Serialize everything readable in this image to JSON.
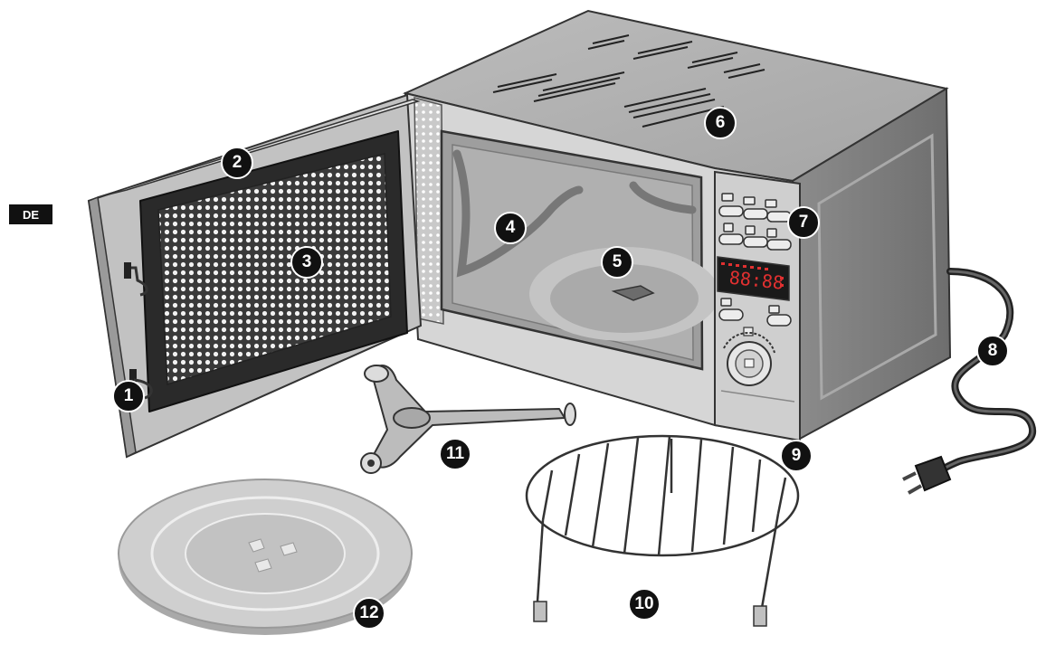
{
  "language_badge": "DE",
  "callouts": [
    "1",
    "2",
    "3",
    "4",
    "5",
    "6",
    "7",
    "8",
    "9",
    "10",
    "11",
    "12"
  ],
  "display": {
    "digits": "88:88"
  },
  "colors": {
    "ink": "#111111",
    "metal": "#c4c4c4",
    "metal_dark": "#8a8a8a",
    "cavity": "#a0a0a0",
    "display": "#e03030"
  }
}
